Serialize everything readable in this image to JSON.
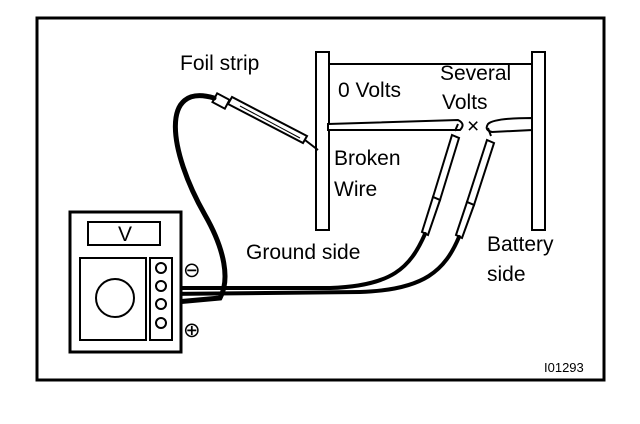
{
  "labels": {
    "foil_strip": "Foil strip",
    "zero_volts": "0 Volts",
    "several": "Several",
    "volts": "Volts",
    "broken": "Broken",
    "wire": "Wire",
    "ground_side": "Ground side",
    "battery": "Battery",
    "side": "side",
    "meter_display": "V",
    "minus": "⊖",
    "plus": "⊕",
    "break_mark": "×",
    "figure_id": "I01293"
  },
  "colors": {
    "ink": "#000000",
    "paper": "#ffffff"
  }
}
